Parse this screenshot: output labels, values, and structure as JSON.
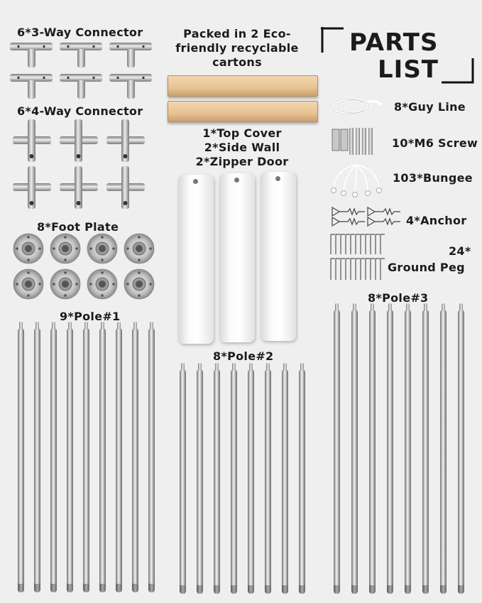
{
  "title": {
    "line1": "PARTS",
    "line2": "LIST"
  },
  "labels": {
    "three_way": "6*3-Way Connector",
    "four_way": "6*4-Way Connector",
    "packed": [
      "Packed in 2 Eco-",
      "friendly recyclable",
      "cartons"
    ],
    "covers": [
      "1*Top Cover",
      "2*Side Wall",
      "2*Zipper Door"
    ],
    "foot_plate": "8*Foot Plate",
    "pole1": "9*Pole#1",
    "pole2": "8*Pole#2",
    "pole3": "8*Pole#3",
    "guy_line": "8*Guy Line",
    "screw": "10*M6 Screw",
    "bungee": "103*Bungee",
    "anchor": "4*Anchor",
    "peg_qty": "24*",
    "peg_name": "Ground Peg"
  },
  "colors": {
    "background": "#efefef",
    "text": "#1b1b1b",
    "metal": "#bdbdbd",
    "carton": "#e6c293"
  },
  "icons": [
    "three-way-connector-icon",
    "four-way-connector-icon",
    "foot-plate-icon",
    "carton-icon",
    "side-wall-icon",
    "guy-line-icon",
    "screw-icon",
    "bungee-icon",
    "anchor-icon",
    "ground-peg-icon",
    "pole-icon"
  ]
}
